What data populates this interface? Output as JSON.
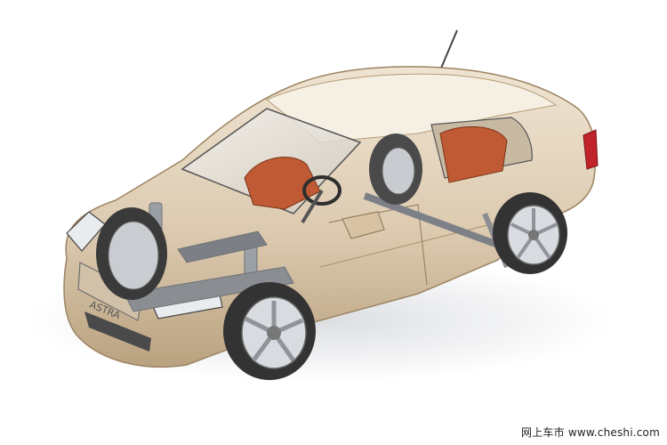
{
  "illustration": {
    "badge_text": "ASTRA",
    "icons": [
      "car-cutaway-illustration",
      "wheel-icon",
      "steering-wheel-icon",
      "suspension-strut-icon",
      "antenna-icon"
    ],
    "colors": {
      "body": "#dccab0",
      "body_shadow": "#b9a27f",
      "interior": "#c05a34",
      "metal": "#8a8d92",
      "tire": "#3a3a3a",
      "background": "#ffffff"
    }
  },
  "watermark": {
    "text": "网上车市 www.cheshi.com"
  }
}
